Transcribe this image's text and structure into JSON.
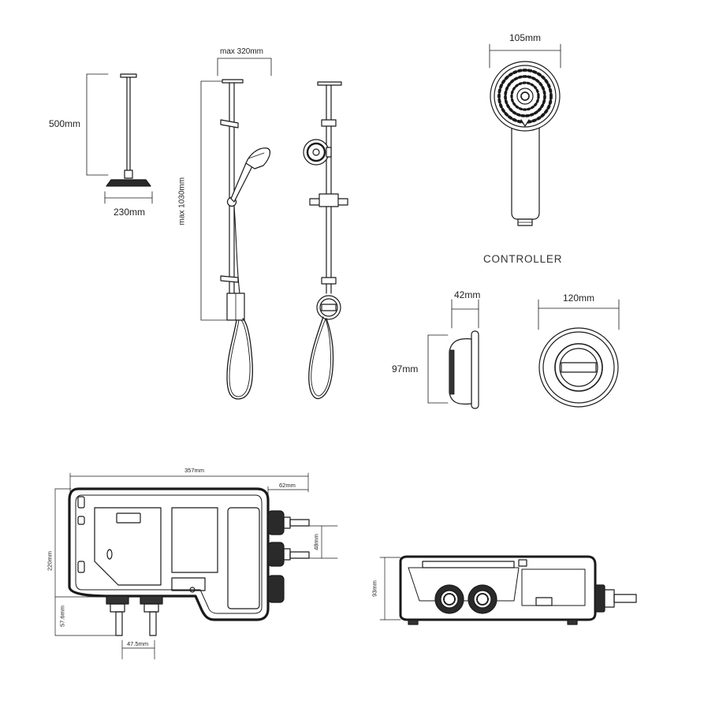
{
  "dimensions": {
    "ceiling_arm_length": "500mm",
    "ceiling_head_width": "230mm",
    "riser_max_width": "max 320mm",
    "riser_max_height": "max 1030mm",
    "handset_width": "105mm",
    "controller_depth": "42mm",
    "controller_height": "97mm",
    "controller_width": "120mm",
    "unit_width": "357mm",
    "unit_outlet_offset": "62mm",
    "unit_height": "220mm",
    "unit_outlet_spacing": "48mm",
    "unit_inlet_height": "57.6mm",
    "unit_inlet_spacing": "47.5mm",
    "unit_depth": "93mm"
  },
  "labels": {
    "controller_title": "CONTROLLER"
  }
}
